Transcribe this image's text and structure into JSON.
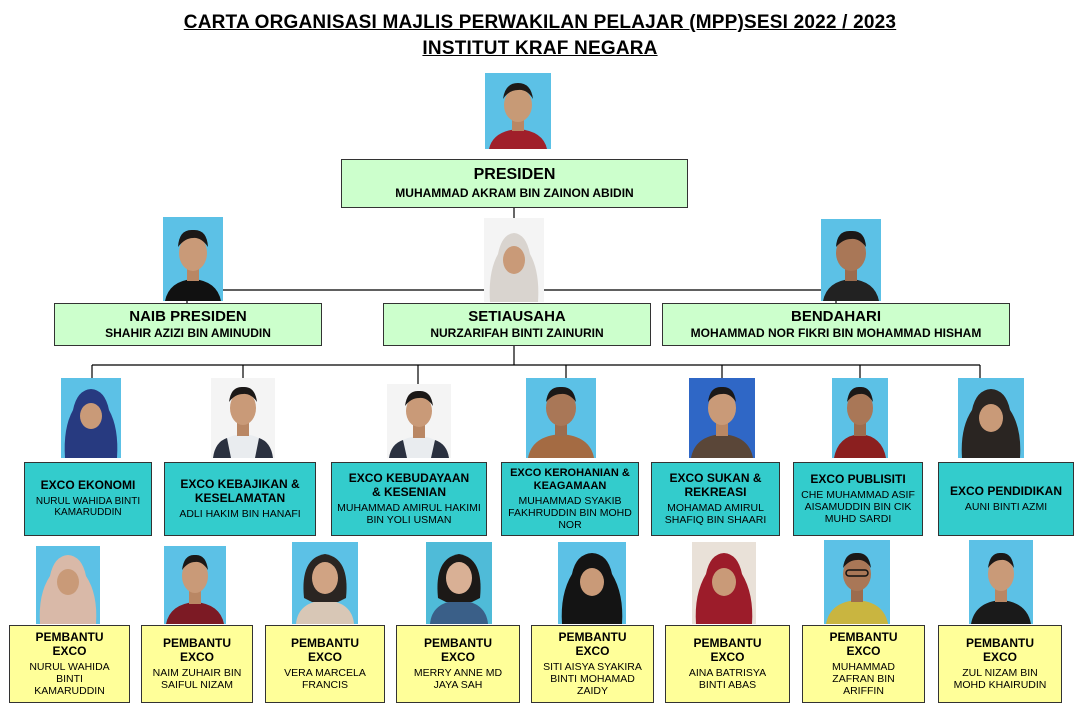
{
  "title": {
    "line1": "CARTA ORGANISASI  MAJLIS PERWAKILAN  PELAJAR  (MPP)SESI 2022 / 2023",
    "line2": "INSTITUT KRAF NEGARA"
  },
  "president": {
    "role": "PRESIDEN",
    "name": "MUHAMMAD  AKRAM  BIN  ZAINON  ABIDIN"
  },
  "officers": [
    {
      "role": "NAIB PRESIDEN",
      "name": "SHAHIR AZIZI BIN AMINUDIN"
    },
    {
      "role": "SETIAUSAHA",
      "name": "NURZARIFAH  BINTI  ZAINURIN"
    },
    {
      "role": "BENDAHARI",
      "name": "MOHAMMAD  NOR  FIKRI  BIN  MOHAMMAD  HISHAM"
    }
  ],
  "exco": [
    {
      "role": "EXCO  EKONOMI",
      "name": "NURUL WAHIDA BINTI KAMARUDDIN"
    },
    {
      "role": "EXCO  KEBAJIKAN  &  KESELAMATAN",
      "name": "ADLI HAKIM  BIN HANAFI"
    },
    {
      "role": "EXCO  KEBUDAYAAN  & KESENIAN",
      "name": "MUHAMMAD  AMIRUL HAKIMI  BIN  YOLI USMAN"
    },
    {
      "role": "EXCO  KEROHANIAN  & KEAGAMAAN",
      "name": "MUHAMMAD  SYAKIB FAKHRUDDIN  BIN MOHD  NOR"
    },
    {
      "role": "EXCO  SUKAN  & REKREASI",
      "name": "MOHAMAD  AMIRUL SHAFIQ  BIN  SHAARI"
    },
    {
      "role": "EXCO  PUBLISITI",
      "name": "CHE  MUHAMMAD ASIF  AISAMUDDIN BIN  CIK  MUHD  SARDI"
    },
    {
      "role": "EXCO  PENDIDIKAN",
      "name": "AUNI  BINTI  AZMI"
    }
  ],
  "assistants": [
    {
      "role": "PEMBANTU EXCO",
      "name": "NURUL  WAHIDA BINTI KAMARUDDIN"
    },
    {
      "role": "PEMBANTU EXCO",
      "name": "NAIM  ZUHAIR  BIN SAIFUL  NIZAM"
    },
    {
      "role": "PEMBANTU EXCO",
      "name": "VERA MARCELA FRANCIS"
    },
    {
      "role": "PEMBANTU EXCO",
      "name": "MERRY  ANNE  MD JAYA SAH"
    },
    {
      "role": "PEMBANTU EXCO",
      "name": "SITI  AISYA SYAKIRA BINTI MOHAMAD  ZAIDY"
    },
    {
      "role": "PEMBANTU EXCO",
      "name": "AINA BATRISYA BINTI  ABAS"
    },
    {
      "role": "PEMBANTU EXCO",
      "name": "MUHAMMAD ZAFRAN  BIN ARIFFIN"
    },
    {
      "role": "PEMBANTU EXCO",
      "name": "ZUL  NIZAM  BIN MOHD  KHAIRUDIN"
    }
  ],
  "colors": {
    "officer_box": "#ccffcc",
    "exco_box": "#33cccc",
    "assistant_box": "#ffff99"
  }
}
